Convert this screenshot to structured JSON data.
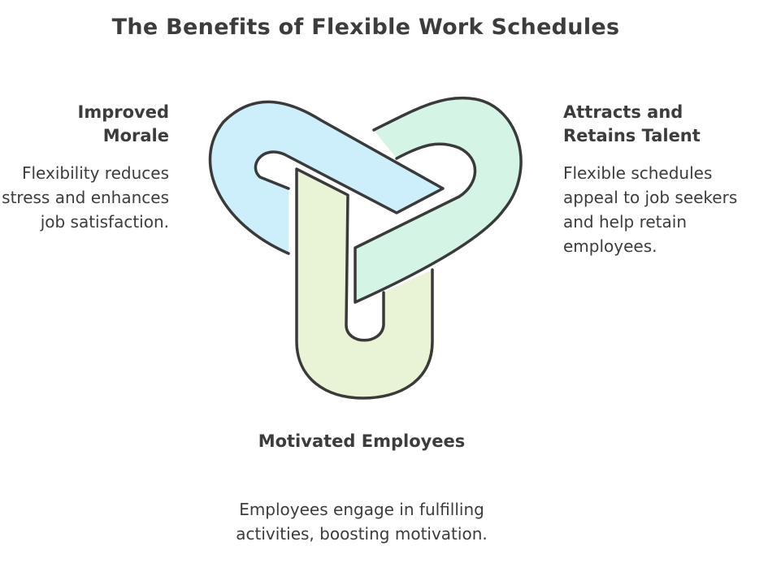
{
  "title": "The Benefits of Flexible Work Schedules",
  "benefits": [
    {
      "heading": "Improved Morale",
      "description": "Flexibility reduces stress and enhances job satisfaction.",
      "color": "#cdeffb"
    },
    {
      "heading": "Attracts and Retains Talent",
      "description": "Flexible schedules appeal to job seekers and help retain employees.",
      "color": "#d4f4e6"
    },
    {
      "heading": "Motivated Employees",
      "description": "Employees engage in fulfilling activities, boosting motivation.",
      "color": "#e9f4d6"
    }
  ],
  "stroke_color": "#3a3a3a"
}
